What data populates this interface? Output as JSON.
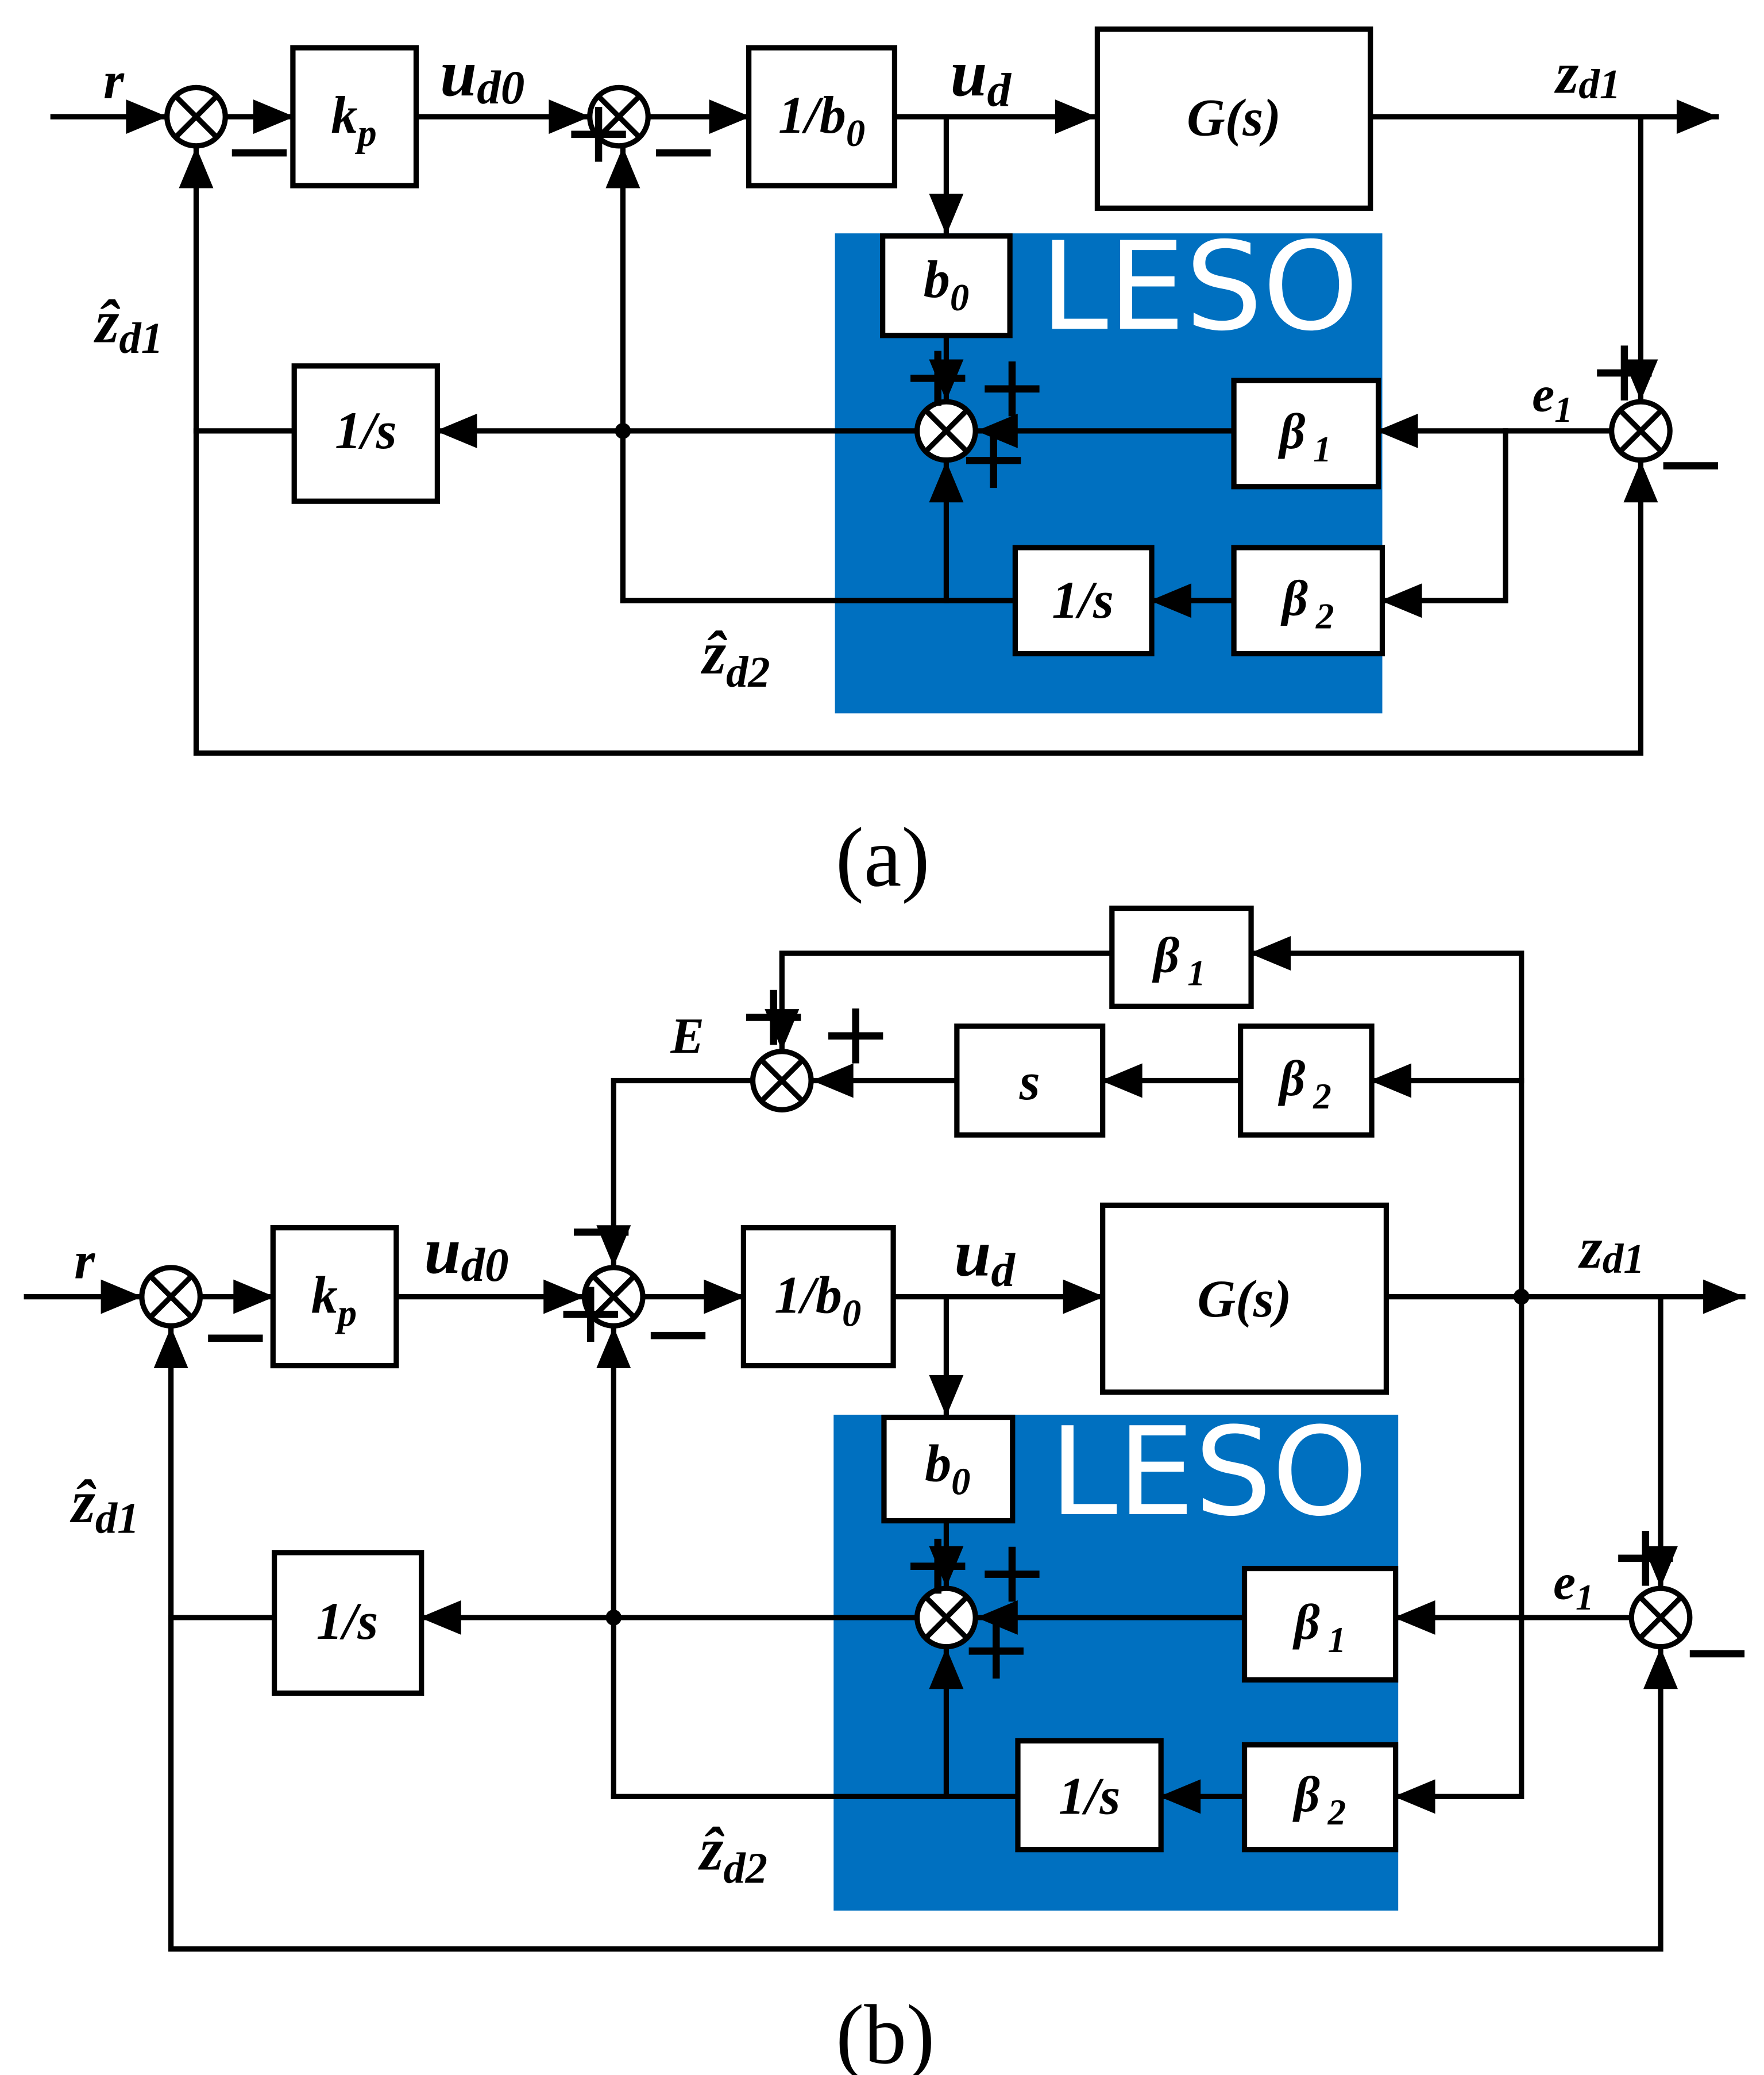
{
  "colors": {
    "leso_fill": "#0070C0",
    "highlight_fill": "#F4C6A0",
    "line": "#000000"
  },
  "diagrams": [
    {
      "caption": "(a)",
      "signals": {
        "r": "r",
        "ud0_main": "u",
        "ud0_sub": "d0",
        "ud_main": "u",
        "ud_sub": "d",
        "zd1_main": "z",
        "zd1_sub": "d1",
        "zhat1_main": "ẑ",
        "zhat1_sub": "d1",
        "zhat2_main": "ẑ",
        "zhat2_sub": "d2",
        "e1_main": "e",
        "e1_sub": "1"
      },
      "blocks": {
        "kp_main": "k",
        "kp_sub": "p",
        "inv_b0_main": "1/b",
        "inv_b0_sub": "0",
        "plant": "G(s)",
        "b0_main": "b",
        "b0_sub": "0",
        "leso": "LESO",
        "beta1_main": "β",
        "beta1_sub": "1",
        "beta2_main": "β",
        "beta2_sub": "2",
        "integ_est": "1/s",
        "integ_obs": "1/s"
      }
    },
    {
      "caption": "(b)",
      "signals": {
        "r": "r",
        "ud0_main": "u",
        "ud0_sub": "d0",
        "ud_main": "u",
        "ud_sub": "d",
        "zd1_main": "z",
        "zd1_sub": "d1",
        "zhat1_main": "ẑ",
        "zhat1_sub": "d1",
        "zhat2_main": "ẑ",
        "zhat2_sub": "d2",
        "e1_main": "e",
        "e1_sub": "1",
        "E": "E"
      },
      "blocks": {
        "kp_main": "k",
        "kp_sub": "p",
        "inv_b0_main": "1/b",
        "inv_b0_sub": "0",
        "plant": "G(s)",
        "b0_main": "b",
        "b0_sub": "0",
        "leso": "LESO",
        "beta1_main": "β",
        "beta1_sub": "1",
        "beta2_main": "β",
        "beta2_sub": "2",
        "integ_est": "1/s",
        "integ_obs": "1/s",
        "top_beta1_main": "β",
        "top_beta1_sub": "1",
        "top_beta2_main": "β",
        "top_beta2_sub": "2",
        "top_s": "s"
      }
    }
  ],
  "signs": {
    "plus": "+",
    "minus": "−"
  }
}
